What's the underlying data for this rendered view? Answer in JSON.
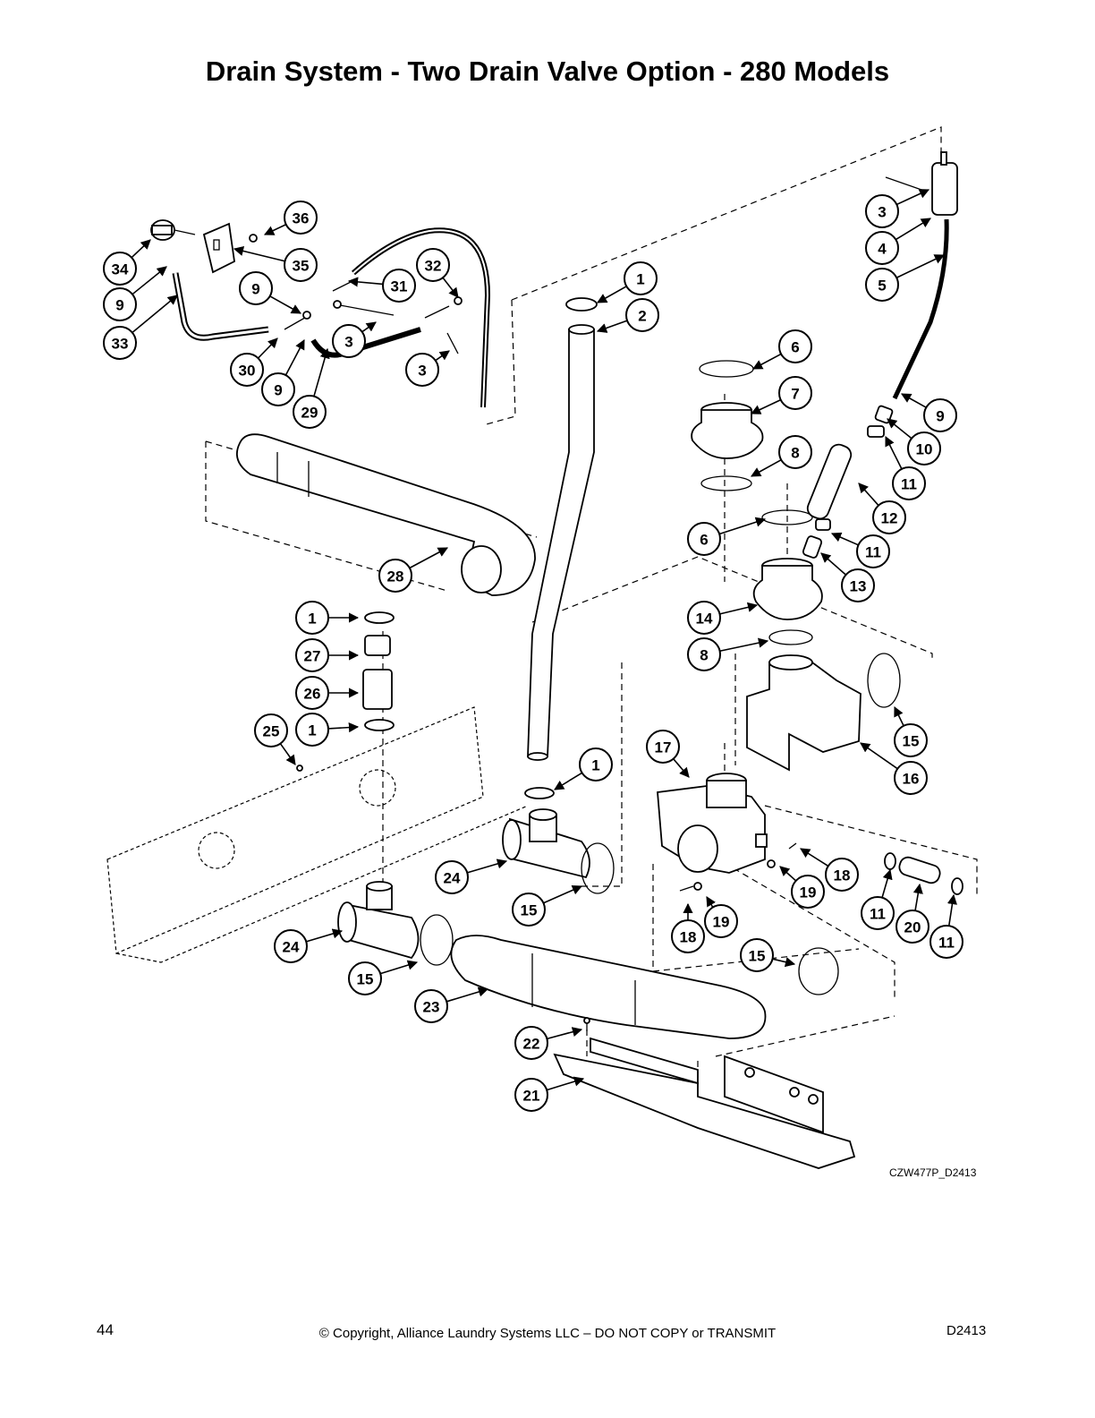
{
  "title": "Drain System - Two Drain Valve Option - 280 Models",
  "figure_code": "CZW477P_D2413",
  "footer": {
    "page_number": "44",
    "copyright": "© Copyright, Alliance Laundry Systems LLC – DO NOT COPY or TRANSMIT",
    "doc_id": "D2413"
  },
  "callouts": [
    "36",
    "34",
    "35",
    "9",
    "33",
    "32",
    "31",
    "9",
    "3",
    "30",
    "9",
    "29",
    "3",
    "1",
    "2",
    "3",
    "4",
    "5",
    "6",
    "7",
    "8",
    "9",
    "10",
    "11",
    "12",
    "6",
    "11",
    "13",
    "28",
    "14",
    "8",
    "1",
    "27",
    "26",
    "1",
    "25",
    "15",
    "16",
    "17",
    "1",
    "24",
    "15",
    "18",
    "19",
    "11",
    "20",
    "11",
    "18",
    "19",
    "24",
    "15",
    "15",
    "23",
    "22",
    "21"
  ]
}
